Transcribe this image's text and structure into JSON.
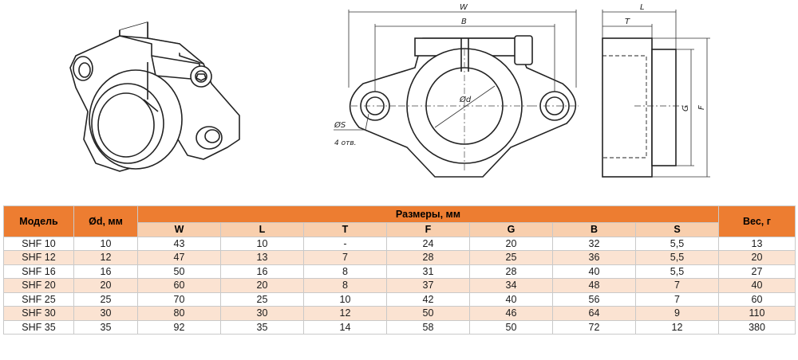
{
  "drawing": {
    "label_W": "W",
    "label_B": "B",
    "label_L": "L",
    "label_T": "T",
    "label_G": "G",
    "label_F": "F",
    "label_d": "Ød",
    "label_S": "ØS",
    "label_holes": "4 отв."
  },
  "table": {
    "col_model": "Модель",
    "col_d": "Ød, мм",
    "col_dims": "Размеры, мм",
    "col_weight": "Вес, г",
    "sub_headers": [
      "W",
      "L",
      "T",
      "F",
      "G",
      "B",
      "S"
    ],
    "rows": [
      [
        "SHF 10",
        "10",
        "43",
        "10",
        "-",
        "24",
        "20",
        "32",
        "5,5",
        "13"
      ],
      [
        "SHF 12",
        "12",
        "47",
        "13",
        "7",
        "28",
        "25",
        "36",
        "5,5",
        "20"
      ],
      [
        "SHF 16",
        "16",
        "50",
        "16",
        "8",
        "31",
        "28",
        "40",
        "5,5",
        "27"
      ],
      [
        "SHF 20",
        "20",
        "60",
        "20",
        "8",
        "37",
        "34",
        "48",
        "7",
        "40"
      ],
      [
        "SHF 25",
        "25",
        "70",
        "25",
        "10",
        "42",
        "40",
        "56",
        "7",
        "60"
      ],
      [
        "SHF 30",
        "30",
        "80",
        "30",
        "12",
        "50",
        "46",
        "64",
        "9",
        "110"
      ],
      [
        "SHF 35",
        "35",
        "92",
        "35",
        "14",
        "58",
        "50",
        "72",
        "12",
        "380"
      ]
    ]
  },
  "colors": {
    "header": "#ed7d31",
    "subheader": "#f8cfae",
    "alt_row": "#fbe3d2"
  }
}
